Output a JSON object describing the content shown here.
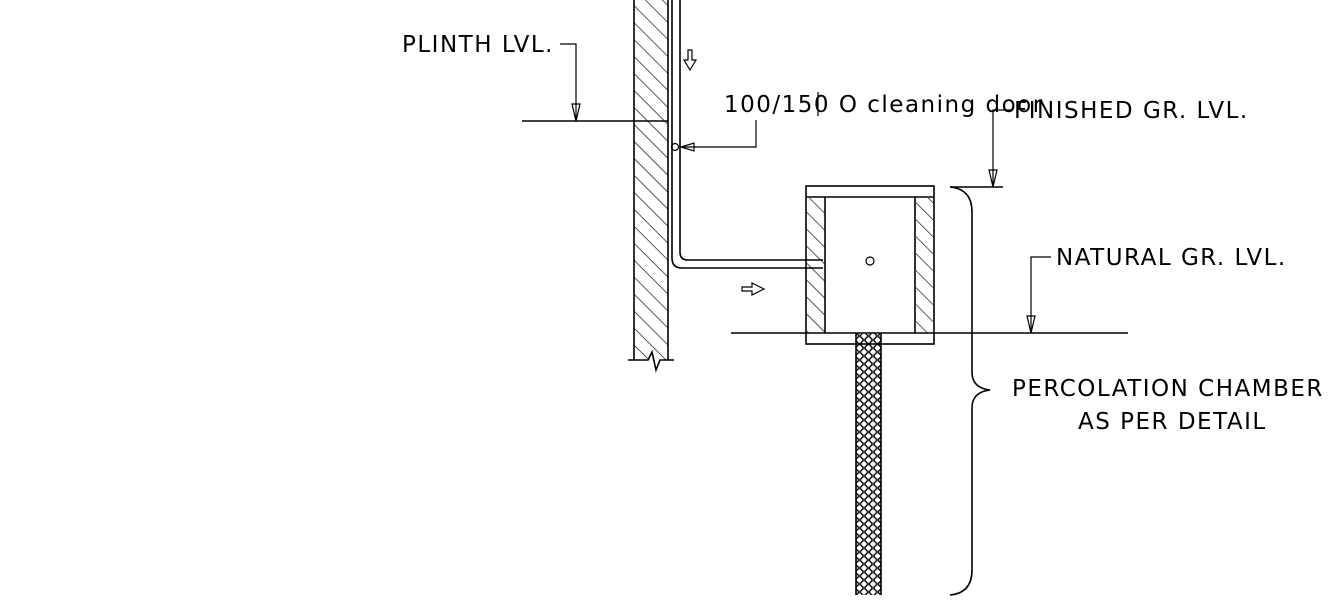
{
  "labels": {
    "plinth_level": "PLINTH LVL.",
    "cleaning_door": "100/150 O cleaning door",
    "finished_ground_level": "FINISHED GR. LVL.",
    "natural_ground_level": "NATURAL GR. LVL.",
    "percolation_line1": "PERCOLATION CHAMBER",
    "percolation_line2": "AS PER DETAIL"
  },
  "colors": {
    "stroke": "#000000",
    "background": "#ffffff"
  }
}
